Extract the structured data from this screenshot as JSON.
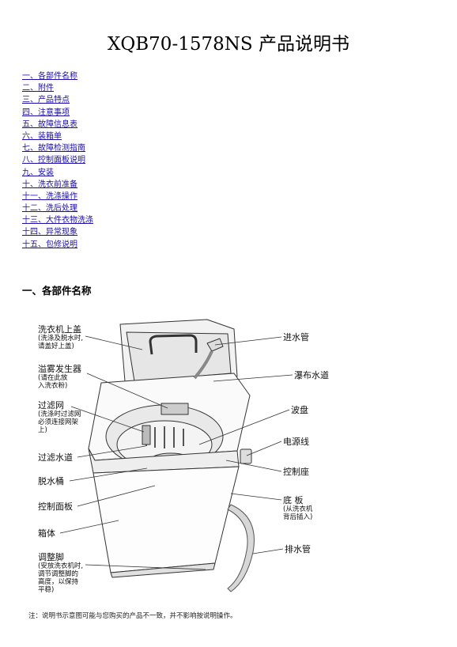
{
  "title": "XQB70-1578NS 产品说明书",
  "toc": [
    "一、各部件名称",
    "二、附件",
    "三、产品特点",
    "四、注意事项",
    "五、故障信息表",
    "六、装箱单",
    "七、故障检测指南",
    "八、控制面板说明",
    "九、安装",
    "十、洗衣前准备",
    "十一、洗涤操作",
    "十二、洗后处理",
    "十三、大件衣物洗涤",
    "十四、异常现象",
    "十五、包修说明"
  ],
  "section_heading": "一、各部件名称",
  "callouts": {
    "lid": "洗衣机上盖",
    "lid_note": "(洗涤及脱水时,\n请盖好上盖)",
    "mist": "溢雾发生器",
    "mist_note": "(请在此放\n入洗衣粉)",
    "filter": "过滤网",
    "filter_note": "(洗涤时过滤网\n必须连接网架\n上)",
    "filter_channel": "过滤水道",
    "drum": "脱水桶",
    "panel": "控制面板",
    "cabinet": "箱体",
    "foot": "调整脚",
    "foot_note": "(安放洗衣机时,\n调节调整脚的\n高度，以保持\n平稳)",
    "inlet": "进水管",
    "waterfall": "瀑布水道",
    "pulsator": "波盘",
    "power": "电源线",
    "control_base": "控制座",
    "base_plate": "底  板",
    "base_note": "(从洗衣机\n背后插入)",
    "drain": "排水管"
  },
  "note": "注：说明书示意图可能与您购买的产品不一致，并不影响按说明操作。"
}
